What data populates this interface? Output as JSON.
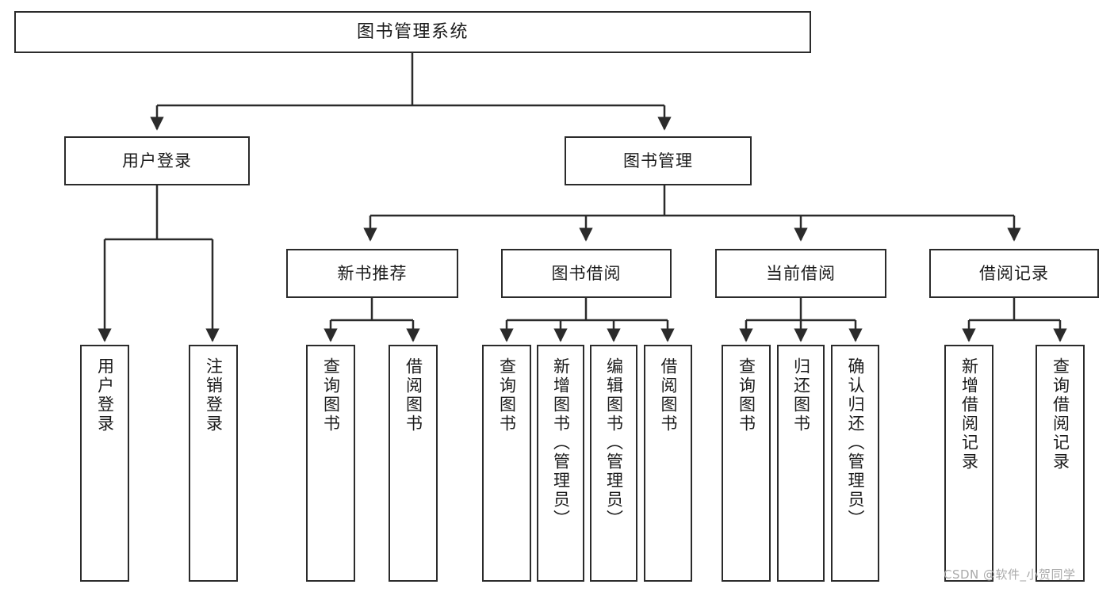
{
  "diagram": {
    "type": "tree-hierarchy",
    "title": "图书管理系统",
    "root": {
      "label": "图书管理系统"
    },
    "level1": [
      {
        "label": "用户登录"
      },
      {
        "label": "图书管理"
      }
    ],
    "level2": [
      {
        "label": "新书推荐"
      },
      {
        "label": "图书借阅"
      },
      {
        "label": "当前借阅"
      },
      {
        "label": "借阅记录"
      }
    ],
    "leaves": {
      "user_login": [
        {
          "label": "用户登录"
        },
        {
          "label": "注销登录"
        }
      ],
      "new_book_recommend": [
        {
          "label": "查询图书"
        },
        {
          "label": "借阅图书"
        }
      ],
      "book_borrow": [
        {
          "label": "查询图书"
        },
        {
          "label": "新增图书（管理员）"
        },
        {
          "label": "编辑图书（管理员）"
        },
        {
          "label": "借阅图书"
        }
      ],
      "current_borrow": [
        {
          "label": "查询图书"
        },
        {
          "label": "归还图书"
        },
        {
          "label": "确认归还（管理员）"
        }
      ],
      "borrow_record": [
        {
          "label": "新增借阅记录"
        },
        {
          "label": "查询借阅记录"
        }
      ]
    },
    "watermark": "CSDN @软件_小贺同学",
    "colors": {
      "stroke": "#2b2b2b",
      "fill": "#ffffff",
      "text": "#1b1b1b",
      "watermark": "#a9a9a9"
    }
  }
}
